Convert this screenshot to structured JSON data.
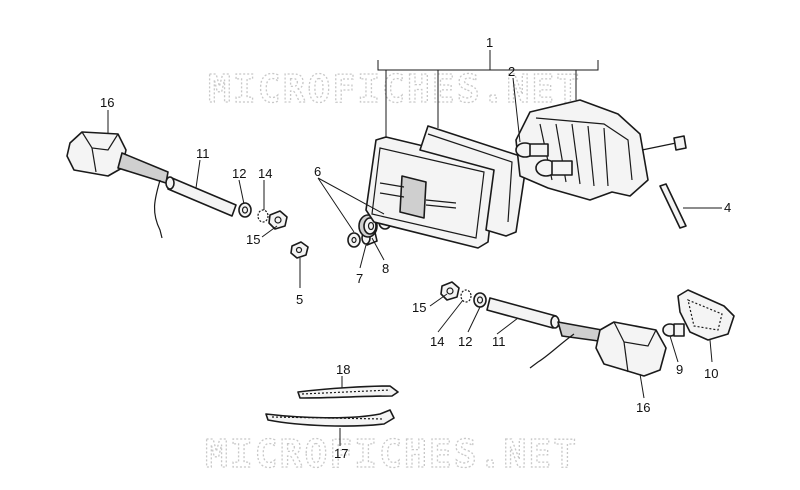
{
  "watermark": {
    "text": "MICROFICHES.NET"
  },
  "callouts": {
    "c1": "1",
    "c2": "2",
    "c4": "4",
    "c5": "5",
    "c6": "6",
    "c7": "7",
    "c8": "8",
    "c9": "9",
    "c10": "10",
    "c11a": "11",
    "c11b": "11",
    "c12a": "12",
    "c12b": "12",
    "c14a": "14",
    "c14b": "14",
    "c15a": "15",
    "c15b": "15",
    "c16a": "16",
    "c16b": "16",
    "c17": "17",
    "c18": "18"
  }
}
